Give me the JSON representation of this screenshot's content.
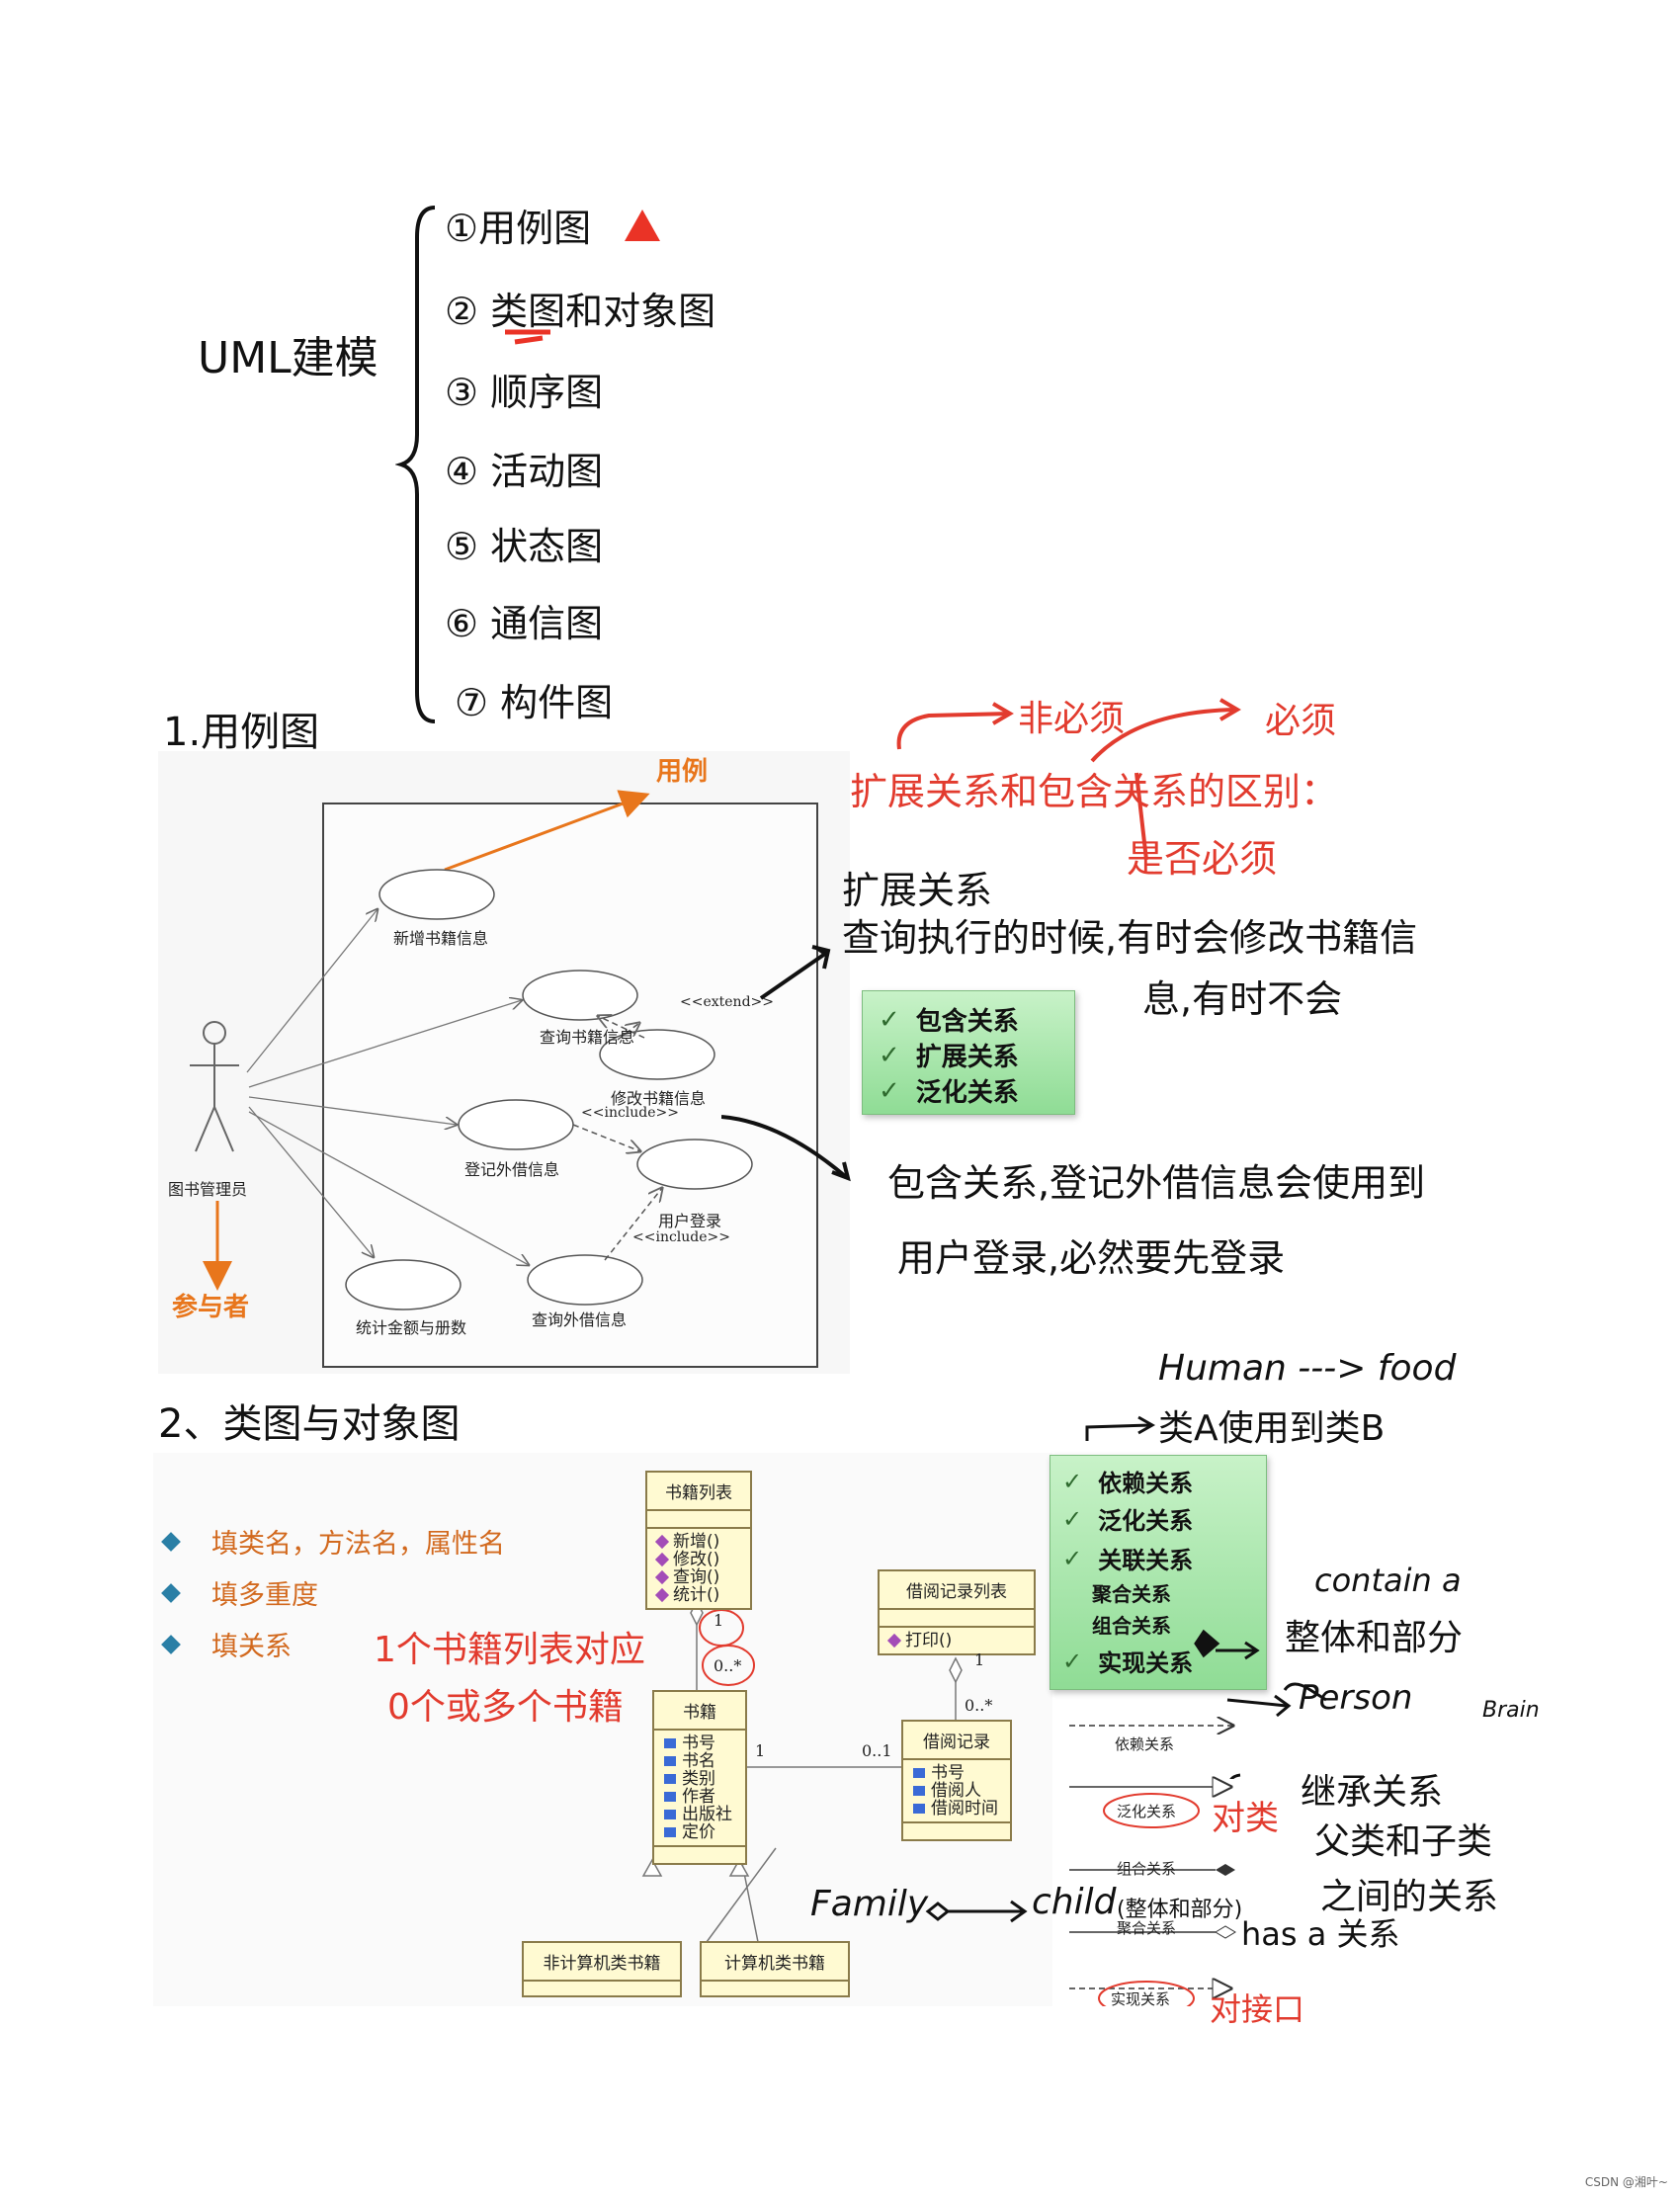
{
  "outline": {
    "root": "UML建模",
    "items": [
      "①用例图",
      "② 类图和对象图",
      "③ 顺序图",
      "④ 活动图",
      "⑤ 状态图",
      "⑥ 通信图",
      "⑦ 构件图"
    ]
  },
  "section1": {
    "heading": "1.用例图",
    "diagram": {
      "actor": "图书管理员",
      "actor_callout": "参与者",
      "usecase_callout": "用例",
      "usecases": [
        "新增书籍信息",
        "查询书籍信息",
        "修改书籍信息",
        "登记外借信息",
        "用户登录",
        "统计金额与册数",
        "查询外借信息"
      ],
      "stereotype_extend": "<<extend>>",
      "stereotype_include_1": "<<include>>",
      "stereotype_include_2": "<<include>>"
    },
    "relations_box": [
      "包含关系",
      "扩展关系",
      "泛化关系"
    ],
    "notes": {
      "not_required": "非必须",
      "required": "必须",
      "difference": "扩展关系和包含关系的区别：",
      "whether_required": "是否必须",
      "extend_title": "扩展关系",
      "extend_line1": "查询执行的时候,有时会修改书籍信",
      "extend_line2": "息,有时不会",
      "include_line1": "包含关系,登记外借信息会使用到",
      "include_line2": "用户登录,必然要先登录"
    }
  },
  "section2": {
    "heading": "2、类图与对象图",
    "bullets": [
      "填类名，方法名，属性名",
      "填多重度",
      "填关系"
    ],
    "red_note_line1": "1个书籍列表对应",
    "red_note_line2": "0个或多个书籍",
    "classes": {
      "book_list": {
        "name": "书籍列表",
        "methods": [
          "新增()",
          "修改()",
          "查询()",
          "统计()"
        ]
      },
      "borrow_list": {
        "name": "借阅记录列表",
        "methods": [
          "打印()"
        ]
      },
      "book": {
        "name": "书籍",
        "attrs": [
          "书号",
          "书名",
          "类别",
          "作者",
          "出版社",
          "定价"
        ]
      },
      "borrow": {
        "name": "借阅记录",
        "attrs": [
          "书号",
          "借阅人",
          "借阅时间"
        ]
      },
      "noncomp": {
        "name": "非计算机类书籍"
      },
      "comp": {
        "name": "计算机类书籍"
      }
    },
    "multiplicity": {
      "m1": "1",
      "m2": "0..*",
      "m3": "1",
      "m4": "0..*",
      "m5": "1",
      "m6": "0..1"
    },
    "relations_box": [
      "依赖关系",
      "泛化关系",
      "关联关系",
      "聚合关系",
      "组合关系",
      "实现关系"
    ],
    "legend": [
      "依赖关系",
      "泛化关系",
      "组合关系",
      "聚合关系",
      "实现关系"
    ],
    "notes": {
      "human_food": "Human ---> food",
      "a_uses_b": "类A使用到类B",
      "contain_a": "contain a",
      "whole_part": "整体和部分",
      "person_brain": "Person",
      "brain": "Brain",
      "inherit1": "继承关系",
      "inherit2": "父类和子类",
      "inherit3": "之间的关系",
      "pair_class": "对类",
      "family": "Family",
      "child": "child",
      "whole_part2": "(整体和部分)",
      "has_a": "has a 关系",
      "pair_iface": "对接口"
    }
  },
  "footer": "CSDN @湘叶~"
}
